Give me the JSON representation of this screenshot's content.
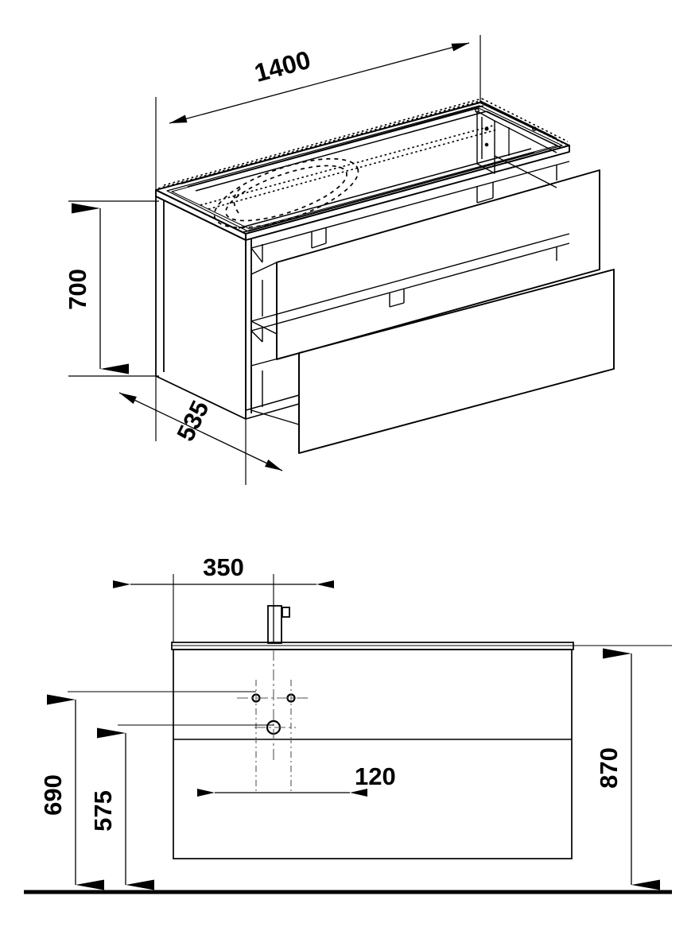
{
  "drawing": {
    "title": "Bathroom vanity unit technical drawing",
    "units": "mm",
    "line_color": "#000000",
    "background": "#ffffff",
    "views": [
      {
        "name": "isometric-view",
        "label": "Isometric exploded view with open drawers"
      },
      {
        "name": "front-elevation-view",
        "label": "Front elevation with mounting dimensions"
      }
    ]
  },
  "dimensions": {
    "width": {
      "value": "1400",
      "name": "cabinet-width",
      "view": "isometric"
    },
    "height": {
      "value": "700",
      "name": "cabinet-height",
      "view": "isometric"
    },
    "depth": {
      "value": "535",
      "name": "cabinet-depth",
      "view": "isometric"
    },
    "tap_offset": {
      "value": "350",
      "name": "tap-centre-offset",
      "view": "front"
    },
    "fixing_spacing": {
      "value": "120",
      "name": "fixing-hole-spacing",
      "view": "front"
    },
    "fixing_height": {
      "value": "690",
      "name": "upper-fixing-height",
      "view": "front"
    },
    "waste_height": {
      "value": "575",
      "name": "waste-outlet-height",
      "view": "front"
    },
    "total_height": {
      "value": "870",
      "name": "total-mounted-height",
      "view": "front"
    }
  },
  "features": {
    "tap_hole": "tap-hole-icon",
    "waste_hole": "waste-outlet-icon",
    "fixing_hole_left": "fixing-hole-icon",
    "fixing_hole_right": "fixing-hole-icon",
    "basin_outline": "hidden-basin-outline",
    "floor_line": "floor-reference-line",
    "upper_drawer": "upper-drawer-front",
    "lower_drawer": "lower-drawer-front"
  }
}
